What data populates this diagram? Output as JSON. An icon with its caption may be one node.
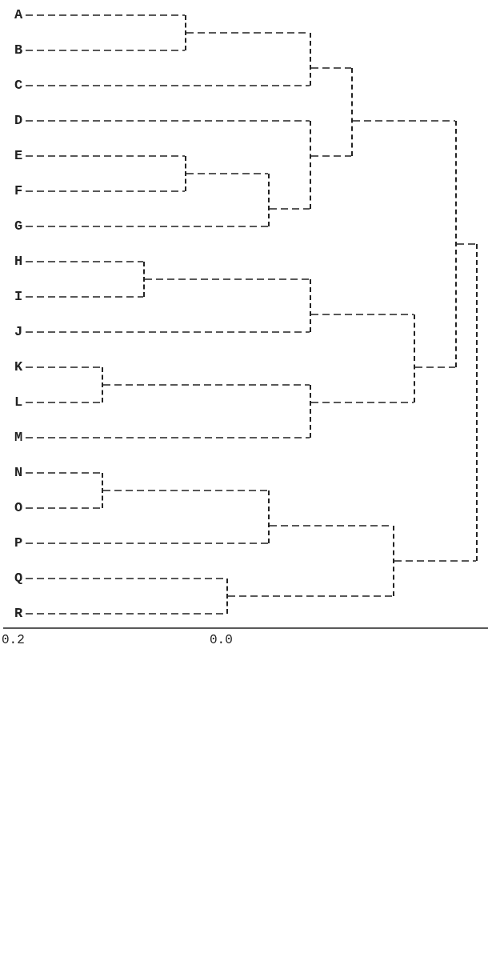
{
  "diagram": {
    "nodes": [
      {
        "text": [
          "A"
        ]
      },
      {
        "text": [
          "B"
        ]
      },
      {
        "text": [
          "C"
        ]
      },
      {
        "text": [
          "D"
        ]
      },
      {
        "text": [
          "E"
        ]
      },
      {
        "text": [
          "F"
        ]
      },
      {
        "text": [
          "G"
        ]
      },
      {
        "text": [
          "H"
        ]
      },
      {
        "text": [
          "I"
        ]
      },
      {
        "text": [
          "J"
        ]
      },
      {
        "text": [
          "K"
        ]
      },
      {
        "text": [
          "L"
        ]
      },
      {
        "text": [
          "M"
        ]
      },
      {
        "text": [
          "N"
        ]
      },
      {
        "text": [
          "O"
        ]
      },
      {
        "text": [
          "P"
        ]
      },
      {
        "text": [
          "Q"
        ]
      },
      {
        "text": [
          "R"
        ]
      },
      {
        "text": [],
        "shape": "bar"
      },
      {
        "text": [],
        "shape": "bar"
      },
      {
        "text": [],
        "shape": "bar"
      },
      {
        "text": [],
        "shape": "bar"
      },
      {
        "text": [],
        "shape": "bar"
      },
      {
        "text": [],
        "shape": "bar"
      },
      {
        "text": [],
        "shape": "bar"
      },
      {
        "text": [],
        "shape": "bar"
      },
      {
        "text": [],
        "shape": "bar"
      },
      {
        "text": [],
        "shape": "bar"
      },
      {
        "text": [],
        "shape": "bar"
      },
      {
        "text": [],
        "shape": "bar"
      },
      {
        "text": [],
        "shape": "bar"
      },
      {
        "text": [],
        "shape": "bar"
      },
      {
        "text": [],
        "shape": "bar"
      },
      {
        "text": [],
        "shape": "bar"
      },
      {
        "text": [],
        "shape": "bar"
      }
    ],
    "edges": [
      {
        "from": 0,
        "to": 21,
        "arrow": "none",
        "style": "dashed"
      },
      {
        "from": 1,
        "to": 21,
        "arrow": "none",
        "style": "dashed"
      },
      {
        "from": 2,
        "to": 26,
        "arrow": "none",
        "style": "dashed"
      },
      {
        "from": 3,
        "to": 27,
        "arrow": "none",
        "style": "dashed"
      },
      {
        "from": 4,
        "to": 22,
        "arrow": "none",
        "style": "dashed"
      },
      {
        "from": 5,
        "to": 22,
        "arrow": "none",
        "style": "dashed"
      },
      {
        "from": 6,
        "to": 24,
        "arrow": "none",
        "style": "dashed"
      },
      {
        "from": 7,
        "to": 20,
        "arrow": "none",
        "style": "dashed"
      },
      {
        "from": 8,
        "to": 20,
        "arrow": "none",
        "style": "dashed"
      },
      {
        "from": 9,
        "to": 28,
        "arrow": "none",
        "style": "dashed"
      },
      {
        "from": 10,
        "to": 18,
        "arrow": "none",
        "style": "dashed"
      },
      {
        "from": 11,
        "to": 18,
        "arrow": "none",
        "style": "dashed"
      },
      {
        "from": 12,
        "to": 29,
        "arrow": "none",
        "style": "dashed"
      },
      {
        "from": 13,
        "to": 19,
        "arrow": "none",
        "style": "dashed"
      },
      {
        "from": 14,
        "to": 19,
        "arrow": "none",
        "style": "dashed"
      },
      {
        "from": 15,
        "to": 25,
        "arrow": "none",
        "style": "dashed"
      },
      {
        "from": 16,
        "to": 23,
        "arrow": "none",
        "style": "dashed"
      },
      {
        "from": 17,
        "to": 23,
        "arrow": "none",
        "style": "dashed"
      },
      {
        "from": 18,
        "to": 29,
        "arrow": "none",
        "style": "dashed"
      },
      {
        "from": 19,
        "to": 25,
        "arrow": "none",
        "style": "dashed"
      },
      {
        "from": 20,
        "to": 28,
        "arrow": "none",
        "style": "dashed"
      },
      {
        "from": 21,
        "to": 26,
        "arrow": "none",
        "style": "dashed"
      },
      {
        "from": 22,
        "to": 24,
        "arrow": "none",
        "style": "dashed"
      },
      {
        "from": 24,
        "to": 27,
        "arrow": "none",
        "style": "dashed"
      },
      {
        "from": 25,
        "to": 31,
        "arrow": "none",
        "style": "dashed"
      },
      {
        "from": 23,
        "to": 31,
        "arrow": "none",
        "style": "dashed"
      },
      {
        "from": 26,
        "to": 30,
        "arrow": "none",
        "style": "dashed"
      },
      {
        "from": 27,
        "to": 30,
        "arrow": "none",
        "style": "dashed"
      },
      {
        "from": 28,
        "to": 32,
        "arrow": "none",
        "style": "dashed"
      },
      {
        "from": 29,
        "to": 32,
        "arrow": "none",
        "style": "dashed"
      },
      {
        "from": 30,
        "to": 33,
        "arrow": "none",
        "style": "dashed"
      },
      {
        "from": 32,
        "to": 33,
        "arrow": "none",
        "style": "dashed"
      },
      {
        "from": 33,
        "to": 34,
        "arrow": "none",
        "style": "dashed"
      },
      {
        "from": 31,
        "to": 34,
        "arrow": "none",
        "style": "dashed"
      }
    ],
    "labels": [
      "0.2",
      "0.0"
    ]
  }
}
